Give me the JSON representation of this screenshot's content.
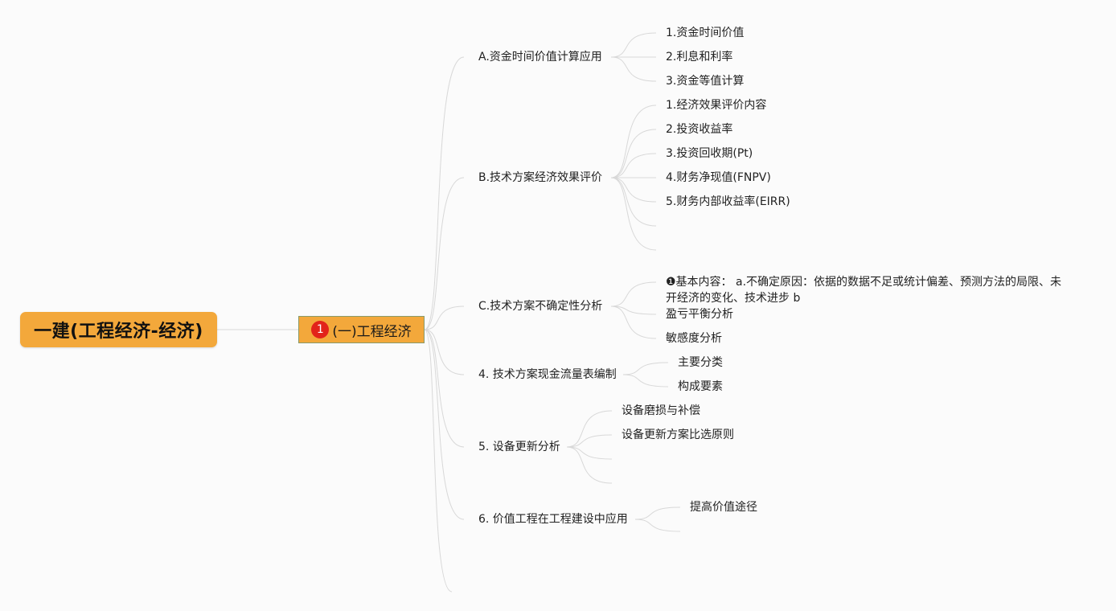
{
  "root": {
    "label": "一建(工程经济-经济)"
  },
  "topic": {
    "badge": "1",
    "label": "(一)工程经济"
  },
  "branches": [
    {
      "label": "A.资金时间价值计算应用",
      "children": [
        "1.资金时间价值",
        "2.利息和利率",
        "3.资金等值计算"
      ]
    },
    {
      "label": "B.技术方案经济效果评价",
      "children": [
        "1.经济效果评价内容",
        "2.投资收益率",
        "3.投资回收期(Pt)",
        "4.财务净现值(FNPV)",
        "5.财务内部收益率(EIRR)",
        "",
        ""
      ]
    },
    {
      "label": "C.技术方案不确定性分析",
      "children": [
        "❶基本内容： a.不确定原因：依据的数据不足或统计偏差、预测方法的局限、未开经济的变化、技术进步 b",
        "盈亏平衡分析",
        "敏感度分析"
      ]
    },
    {
      "label": "4. 技术方案现金流量表编制",
      "children": [
        "主要分类",
        "构成要素"
      ]
    },
    {
      "label": "5. 设备更新分析",
      "children": [
        "设备磨损与补偿",
        "设备更新方案比选原则",
        "",
        ""
      ]
    },
    {
      "label": "6. 价值工程在工程建设中应用",
      "children": [
        "提高价值途径",
        ""
      ]
    },
    {
      "label": "",
      "children": []
    }
  ]
}
